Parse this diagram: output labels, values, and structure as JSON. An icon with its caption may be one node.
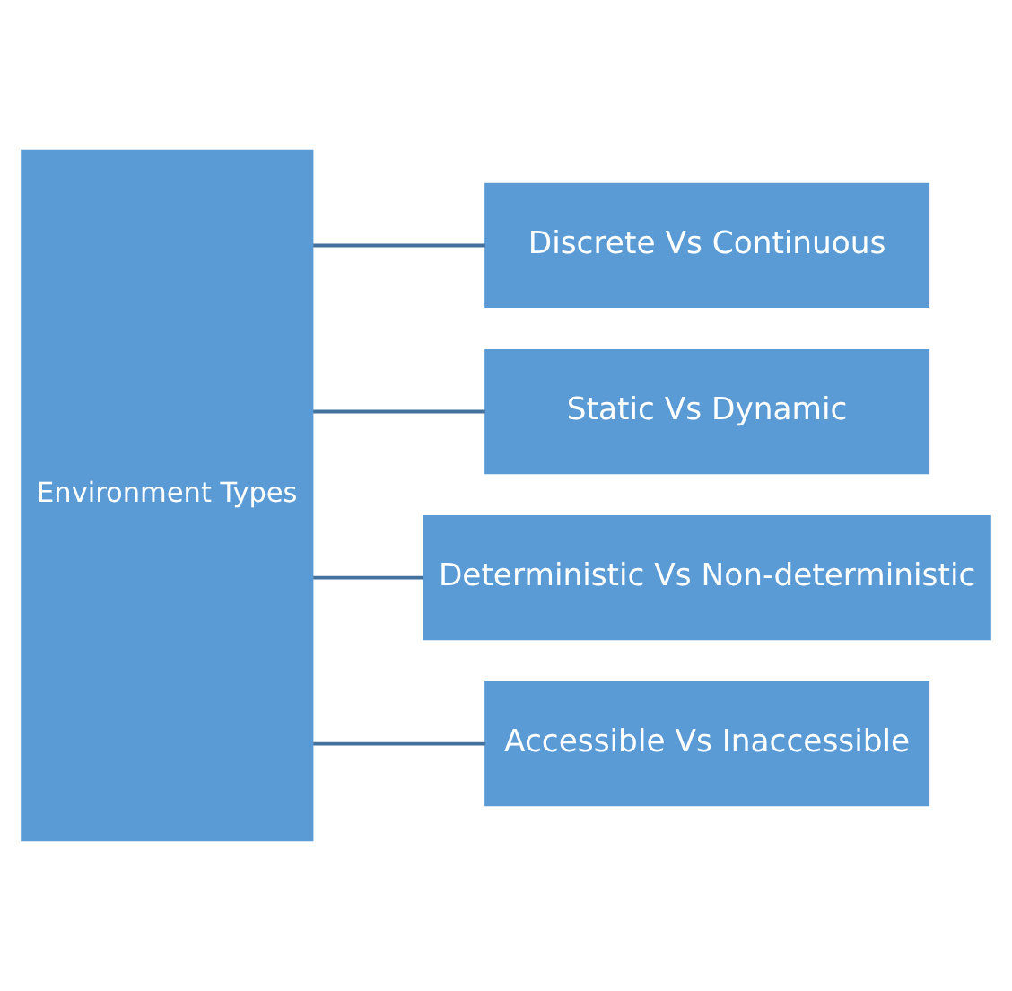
{
  "diagram": {
    "nodes": [
      {
        "text": [
          "Environment Types"
        ]
      },
      {
        "text": [
          "Discrete Vs Continuous"
        ]
      },
      {
        "text": [
          "Static Vs Dynamic"
        ]
      },
      {
        "text": [
          "Deterministic Vs Non-deterministic"
        ]
      },
      {
        "text": [
          "Accessible Vs Inaccessible"
        ]
      }
    ],
    "edges": [
      {
        "from": 0,
        "to": 1,
        "arrow": "none"
      },
      {
        "from": 0,
        "to": 2,
        "arrow": "none"
      },
      {
        "from": 0,
        "to": 3,
        "arrow": "none"
      },
      {
        "from": 0,
        "to": 4,
        "arrow": "none"
      }
    ]
  }
}
